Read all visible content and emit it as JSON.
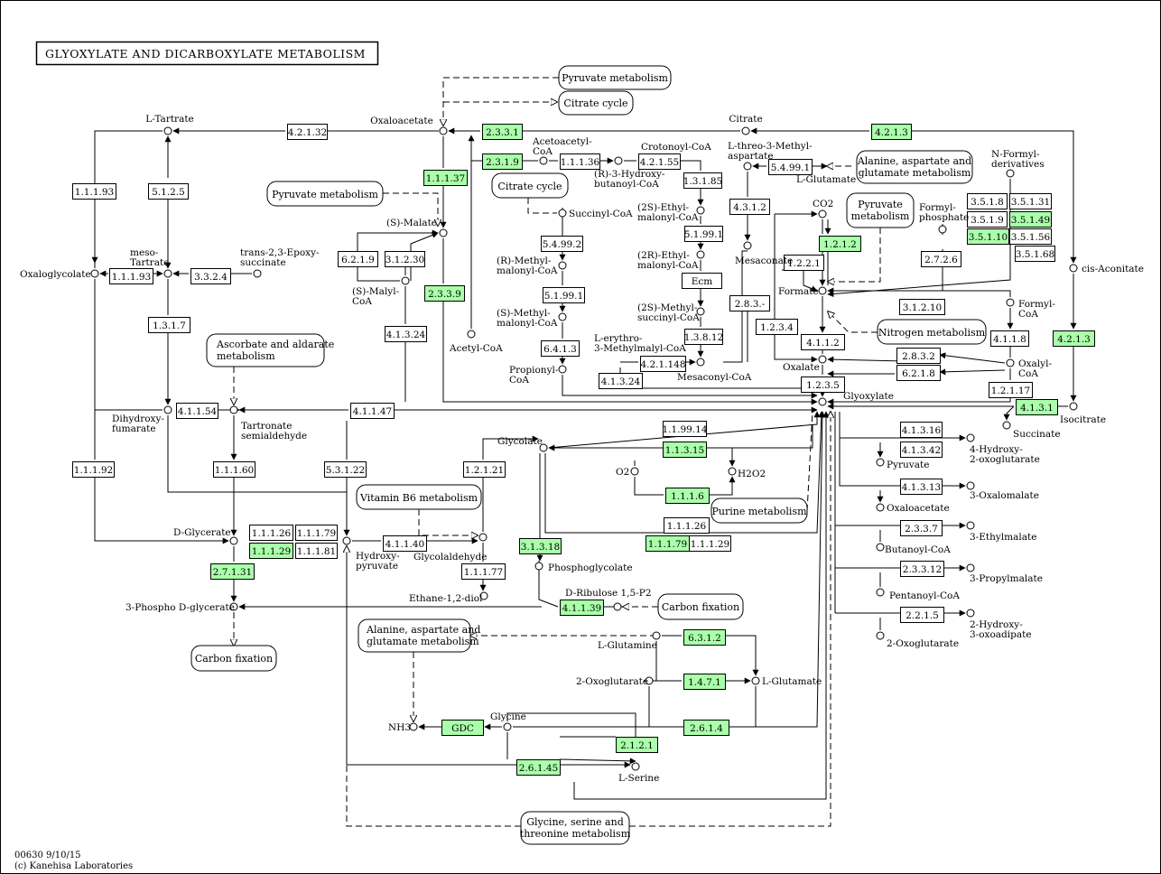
{
  "title": "GLYOXYLATE AND DICARBOXYLATE METABOLISM",
  "footer": {
    "map_id": "00630 9/10/15",
    "copyright": "(c) Kanehisa Laboratories"
  },
  "colors": {
    "enzyme_highlight": "#aaffaa",
    "enzyme_plain": "#ffffff",
    "line": "#000000",
    "background": "#ffffff"
  },
  "enzymes": [
    {
      "id": "e_4_2_1_32",
      "label": "4.2.1.32",
      "highlight": false
    },
    {
      "id": "e_2_3_3_1",
      "label": "2.3.3.1",
      "highlight": true
    },
    {
      "id": "e_4_2_1_3a",
      "label": "4.2.1.3",
      "highlight": true
    },
    {
      "id": "e_1_1_1_93a",
      "label": "1.1.1.93",
      "highlight": false
    },
    {
      "id": "e_5_1_2_5",
      "label": "5.1.2.5",
      "highlight": false
    },
    {
      "id": "e_1_1_1_37",
      "label": "1.1.1.37",
      "highlight": true
    },
    {
      "id": "e_2_3_1_9",
      "label": "2.3.1.9",
      "highlight": true
    },
    {
      "id": "e_1_1_1_36",
      "label": "1.1.1.36",
      "highlight": false
    },
    {
      "id": "e_4_2_1_55",
      "label": "4.2.1.55",
      "highlight": false
    },
    {
      "id": "e_5_4_99_1",
      "label": "5.4.99.1",
      "highlight": false
    },
    {
      "id": "e_1_3_1_85",
      "label": "1.3.1.85",
      "highlight": false
    },
    {
      "id": "e_4_3_1_2",
      "label": "4.3.1.2",
      "highlight": false
    },
    {
      "id": "e_1_2_1_2",
      "label": "1.2.1.2",
      "highlight": true
    },
    {
      "id": "e_3_5_1_8",
      "label": "3.5.1.8",
      "highlight": false
    },
    {
      "id": "e_3_5_1_31",
      "label": "3.5.1.31",
      "highlight": false
    },
    {
      "id": "e_3_5_1_9",
      "label": "3.5.1.9",
      "highlight": false
    },
    {
      "id": "e_3_5_1_49",
      "label": "3.5.1.49",
      "highlight": true
    },
    {
      "id": "e_3_5_1_10",
      "label": "3.5.1.10",
      "highlight": true
    },
    {
      "id": "e_3_5_1_56",
      "label": "3.5.1.56",
      "highlight": false
    },
    {
      "id": "e_3_5_1_68",
      "label": "3.5.1.68",
      "highlight": false
    },
    {
      "id": "e_6_2_1_9",
      "label": "6.2.1.9",
      "highlight": false
    },
    {
      "id": "e_3_1_2_30",
      "label": "3.1.2.30",
      "highlight": false
    },
    {
      "id": "e_5_4_99_2",
      "label": "5.4.99.2",
      "highlight": false
    },
    {
      "id": "e_5_1_99_1a",
      "label": "5.1.99.1",
      "highlight": false
    },
    {
      "id": "e_1_1_1_93b",
      "label": "1.1.1.93",
      "highlight": false
    },
    {
      "id": "e_3_3_2_4",
      "label": "3.3.2.4",
      "highlight": false
    },
    {
      "id": "e_2_3_3_9",
      "label": "2.3.3.9",
      "highlight": true
    },
    {
      "id": "e_1_2_2_1",
      "label": "1.2.2.1",
      "highlight": false
    },
    {
      "id": "e_2_7_2_6",
      "label": "2.7.2.6",
      "highlight": false
    },
    {
      "id": "e_Ecm",
      "label": "Ecm",
      "highlight": false
    },
    {
      "id": "e_5_1_99_1b",
      "label": "5.1.99.1",
      "highlight": false
    },
    {
      "id": "e_2_8_3_m",
      "label": "2.8.3.-",
      "highlight": false
    },
    {
      "id": "e_3_1_2_10",
      "label": "3.1.2.10",
      "highlight": false
    },
    {
      "id": "e_1_3_1_7",
      "label": "1.3.1.7",
      "highlight": false
    },
    {
      "id": "e_1_2_3_4",
      "label": "1.2.3.4",
      "highlight": false
    },
    {
      "id": "e_4_1_3_24a",
      "label": "4.1.3.24",
      "highlight": false
    },
    {
      "id": "e_1_3_8_12",
      "label": "1.3.8.12",
      "highlight": false
    },
    {
      "id": "e_4_1_1_2",
      "label": "4.1.1.2",
      "highlight": false
    },
    {
      "id": "e_4_1_1_8",
      "label": "4.1.1.8",
      "highlight": false
    },
    {
      "id": "e_4_2_1_3b",
      "label": "4.2.1.3",
      "highlight": true
    },
    {
      "id": "e_6_4_1_3",
      "label": "6.4.1.3",
      "highlight": false
    },
    {
      "id": "e_4_2_1_148",
      "label": "4.2.1.148",
      "highlight": false
    },
    {
      "id": "e_2_8_3_2",
      "label": "2.8.3.2",
      "highlight": false
    },
    {
      "id": "e_6_2_1_8",
      "label": "6.2.1.8",
      "highlight": false
    },
    {
      "id": "e_4_1_3_24b",
      "label": "4.1.3.24",
      "highlight": false
    },
    {
      "id": "e_1_2_3_5",
      "label": "1.2.3.5",
      "highlight": false
    },
    {
      "id": "e_1_2_1_17",
      "label": "1.2.1.17",
      "highlight": false
    },
    {
      "id": "e_4_1_1_54",
      "label": "4.1.1.54",
      "highlight": false
    },
    {
      "id": "e_4_1_1_47",
      "label": "4.1.1.47",
      "highlight": false
    },
    {
      "id": "e_4_1_3_1",
      "label": "4.1.3.1",
      "highlight": true
    },
    {
      "id": "e_1_1_99_14",
      "label": "1.1.99.14",
      "highlight": false
    },
    {
      "id": "e_4_1_3_16",
      "label": "4.1.3.16",
      "highlight": false
    },
    {
      "id": "e_1_1_3_15",
      "label": "1.1.3.15",
      "highlight": true
    },
    {
      "id": "e_4_1_3_42",
      "label": "4.1.3.42",
      "highlight": false
    },
    {
      "id": "e_1_1_1_92",
      "label": "1.1.1.92",
      "highlight": false
    },
    {
      "id": "e_1_1_1_60",
      "label": "1.1.1.60",
      "highlight": false
    },
    {
      "id": "e_5_3_1_22",
      "label": "5.3.1.22",
      "highlight": false
    },
    {
      "id": "e_1_2_1_21",
      "label": "1.2.1.21",
      "highlight": false
    },
    {
      "id": "e_1_1_1_6",
      "label": "1.1.1.6",
      "highlight": true
    },
    {
      "id": "e_4_1_3_13",
      "label": "4.1.3.13",
      "highlight": false
    },
    {
      "id": "e_1_1_1_26a",
      "label": "1.1.1.26",
      "highlight": false
    },
    {
      "id": "e_1_1_1_79a",
      "label": "1.1.1.79",
      "highlight": false
    },
    {
      "id": "e_1_1_1_29a",
      "label": "1.1.1.29",
      "highlight": true
    },
    {
      "id": "e_1_1_1_81",
      "label": "1.1.1.81",
      "highlight": false
    },
    {
      "id": "e_4_1_1_40",
      "label": "4.1.1.40",
      "highlight": false
    },
    {
      "id": "e_1_1_1_26b",
      "label": "1.1.1.26",
      "highlight": false
    },
    {
      "id": "e_1_1_1_79b",
      "label": "1.1.1.79",
      "highlight": true
    },
    {
      "id": "e_1_1_1_29b",
      "label": "1.1.1.29",
      "highlight": false
    },
    {
      "id": "e_2_3_3_7",
      "label": "2.3.3.7",
      "highlight": false
    },
    {
      "id": "e_3_1_3_18",
      "label": "3.1.3.18",
      "highlight": true
    },
    {
      "id": "e_2_7_1_31",
      "label": "2.7.1.31",
      "highlight": true
    },
    {
      "id": "e_1_1_1_77",
      "label": "1.1.1.77",
      "highlight": false
    },
    {
      "id": "e_2_3_3_12",
      "label": "2.3.3.12",
      "highlight": false
    },
    {
      "id": "e_4_1_1_39",
      "label": "4.1.1.39",
      "highlight": true
    },
    {
      "id": "e_2_2_1_5",
      "label": "2.2.1.5",
      "highlight": false
    },
    {
      "id": "e_6_3_1_2",
      "label": "6.3.1.2",
      "highlight": true
    },
    {
      "id": "e_1_4_7_1",
      "label": "1.4.7.1",
      "highlight": true
    },
    {
      "id": "e_GDC",
      "label": "GDC",
      "highlight": true
    },
    {
      "id": "e_2_6_1_4",
      "label": "2.6.1.4",
      "highlight": true
    },
    {
      "id": "e_2_1_2_1",
      "label": "2.1.2.1",
      "highlight": true
    },
    {
      "id": "e_2_6_1_45",
      "label": "2.6.1.45",
      "highlight": true
    }
  ],
  "pathways": [
    {
      "id": "p_pyruvate1",
      "label": "Pyruvate metabolism"
    },
    {
      "id": "p_citrate1",
      "label": "Citrate cycle"
    },
    {
      "id": "p_pyruvate2",
      "label": "Pyruvate metabolism"
    },
    {
      "id": "p_citrate2",
      "label": "Citrate cycle"
    },
    {
      "id": "p_ala_asp1",
      "line1": "Alanine, aspartate and",
      "line2": "glutamate metabolism"
    },
    {
      "id": "p_pyruvate3",
      "line1": "Pyruvate",
      "line2": "metabolism"
    },
    {
      "id": "p_ascorbate",
      "line1": "Ascorbate and aldarate",
      "line2": "metabolism"
    },
    {
      "id": "p_nitrogen",
      "label": "Nitrogen metabolism"
    },
    {
      "id": "p_vitb6",
      "label": "Vitamin B6 metabolism"
    },
    {
      "id": "p_purine",
      "label": "Purine metabolism"
    },
    {
      "id": "p_carbon1",
      "label": "Carbon fixation"
    },
    {
      "id": "p_carbon2",
      "label": "Carbon fixation"
    },
    {
      "id": "p_ala_asp2",
      "line1": "Alanine, aspartate and",
      "line2": "glutamate metabolism"
    },
    {
      "id": "p_gly_ser",
      "line1": "Glycine, serine and",
      "line2": "threonine metabolism"
    }
  ],
  "compounds": [
    {
      "id": "c_ltartrate",
      "lines": [
        "L-Tartrate"
      ]
    },
    {
      "id": "c_oaa1",
      "lines": [
        "Oxaloacetate"
      ]
    },
    {
      "id": "c_citrate",
      "lines": [
        "Citrate"
      ]
    },
    {
      "id": "c_acetoacetyl",
      "lines": [
        "Acetoacetyl-",
        "CoA"
      ]
    },
    {
      "id": "c_crotonoyl",
      "lines": [
        "Crotonoyl-CoA"
      ]
    },
    {
      "id": "c_lthreo",
      "lines": [
        "L-threo-3-Methyl-",
        "aspartate"
      ]
    },
    {
      "id": "c_nformyl",
      "lines": [
        "N-Formyl-",
        "derivatives"
      ]
    },
    {
      "id": "c_r3hb",
      "lines": [
        "(R)-3-Hydroxy-",
        "butanoyl-CoA"
      ]
    },
    {
      "id": "c_lglu1",
      "lines": [
        "L-Glutamate"
      ]
    },
    {
      "id": "c_co2",
      "lines": [
        "CO2"
      ]
    },
    {
      "id": "c_formylp",
      "lines": [
        "Formyl-",
        "phosphate"
      ]
    },
    {
      "id": "c_succinylcoa",
      "lines": [
        "Succinyl-CoA"
      ]
    },
    {
      "id": "c_smalate",
      "lines": [
        "(S)-Malate"
      ]
    },
    {
      "id": "c_2sethyl",
      "lines": [
        "(2S)-Ethyl-",
        "malonyl-CoA"
      ]
    },
    {
      "id": "c_meso",
      "lines": [
        "meso-",
        "Tartrate"
      ]
    },
    {
      "id": "c_epoxy",
      "lines": [
        "trans-2,3-Epoxy-",
        "succinate"
      ]
    },
    {
      "id": "c_rmethyl",
      "lines": [
        "(R)-Methyl-",
        "malonyl-CoA"
      ]
    },
    {
      "id": "c_2rethyl",
      "lines": [
        "(2R)-Ethyl-",
        "malonyl-CoA"
      ]
    },
    {
      "id": "c_mesaconate",
      "lines": [
        "Mesaconate"
      ]
    },
    {
      "id": "c_oxaloglycolate",
      "lines": [
        "Oxaloglycolate"
      ]
    },
    {
      "id": "c_cisaconitate",
      "lines": [
        "cis-Aconitate"
      ]
    },
    {
      "id": "c_smalyl",
      "lines": [
        "(S)-Malyl-",
        "CoA"
      ]
    },
    {
      "id": "c_formate",
      "lines": [
        "Formate"
      ]
    },
    {
      "id": "c_smethyl",
      "lines": [
        "(S)-Methyl-",
        "malonyl-CoA"
      ]
    },
    {
      "id": "c_2smethyl",
      "lines": [
        "(2S)-Methyl-",
        "succinyl-CoA"
      ]
    },
    {
      "id": "c_formylcoa",
      "lines": [
        "Formyl-",
        "CoA"
      ]
    },
    {
      "id": "c_acetylcoa",
      "lines": [
        "Acetyl-CoA"
      ]
    },
    {
      "id": "c_lerythro",
      "lines": [
        "L-erythro-",
        "3-Methylmalyl-CoA"
      ]
    },
    {
      "id": "c_oxalate",
      "lines": [
        "Oxalate"
      ]
    },
    {
      "id": "c_oxalylcoa",
      "lines": [
        "Oxalyl-",
        "CoA"
      ]
    },
    {
      "id": "c_propionyl",
      "lines": [
        "Propionyl-",
        "CoA"
      ]
    },
    {
      "id": "c_mesaconyl",
      "lines": [
        "Mesaconyl-CoA"
      ]
    },
    {
      "id": "c_glyoxylate",
      "lines": [
        "Glyoxylate"
      ]
    },
    {
      "id": "c_dihydroxyfum",
      "lines": [
        "Dihydroxy-",
        "fumarate"
      ]
    },
    {
      "id": "c_tartronate",
      "lines": [
        "Tartronate",
        "semialdehyde"
      ]
    },
    {
      "id": "c_isocitrate",
      "lines": [
        "Isocitrate"
      ]
    },
    {
      "id": "c_succinate",
      "lines": [
        "Succinate"
      ]
    },
    {
      "id": "c_glycolate",
      "lines": [
        "Glycolate"
      ]
    },
    {
      "id": "c_4hydroxy",
      "lines": [
        "4-Hydroxy-",
        "2-oxoglutarate"
      ]
    },
    {
      "id": "c_pyruvate",
      "lines": [
        "Pyruvate"
      ]
    },
    {
      "id": "c_o2",
      "lines": [
        "O2"
      ]
    },
    {
      "id": "c_h2o2",
      "lines": [
        "H2O2"
      ]
    },
    {
      "id": "c_3oxalomalate",
      "lines": [
        "3-Oxalomalate"
      ]
    },
    {
      "id": "c_oaa2",
      "lines": [
        "Oxaloacetate"
      ]
    },
    {
      "id": "c_dglycerate",
      "lines": [
        "D-Glycerate"
      ]
    },
    {
      "id": "c_hydroxypyr",
      "lines": [
        "Hydroxy-",
        "pyruvate"
      ]
    },
    {
      "id": "c_glycolaldehyde",
      "lines": [
        "Glycolaldehyde"
      ]
    },
    {
      "id": "c_3ethylmalate",
      "lines": [
        "3-Ethylmalate"
      ]
    },
    {
      "id": "c_butanoyl",
      "lines": [
        "Butanoyl-CoA"
      ]
    },
    {
      "id": "c_phosphoglycolate",
      "lines": [
        "Phosphoglycolate"
      ]
    },
    {
      "id": "c_3propylmalate",
      "lines": [
        "3-Propylmalate"
      ]
    },
    {
      "id": "c_ethanediol",
      "lines": [
        "Ethane-1,2-diol"
      ]
    },
    {
      "id": "c_pentanoyl",
      "lines": [
        "Pentanoyl-CoA"
      ]
    },
    {
      "id": "c_dribulose",
      "lines": [
        "D-Ribulose 1,5-P2"
      ]
    },
    {
      "id": "c_3phospho",
      "lines": [
        "3-Phospho D-glycerate"
      ]
    },
    {
      "id": "c_2hydroxy3oxo",
      "lines": [
        "2-Hydroxy-",
        "3-oxoadipate"
      ]
    },
    {
      "id": "c_lglutamine",
      "lines": [
        "L-Glutamine"
      ]
    },
    {
      "id": "c_2oxoglutarate1",
      "lines": [
        "2-Oxoglutarate"
      ]
    },
    {
      "id": "c_2oxoglutarate2",
      "lines": [
        "2-Oxoglutarate"
      ]
    },
    {
      "id": "c_lglu2",
      "lines": [
        "L-Glutamate"
      ]
    },
    {
      "id": "c_glycine",
      "lines": [
        "Glycine"
      ]
    },
    {
      "id": "c_nh3",
      "lines": [
        "NH3"
      ]
    },
    {
      "id": "c_lserine",
      "lines": [
        "L-Serine"
      ]
    }
  ]
}
